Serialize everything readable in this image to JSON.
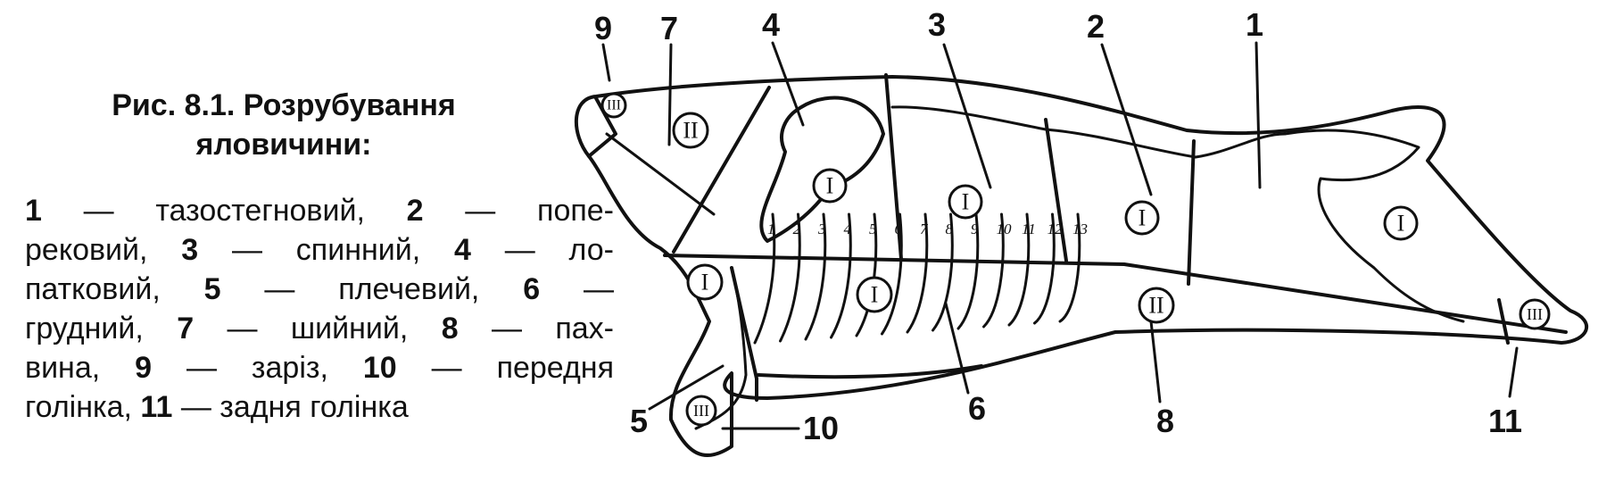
{
  "caption": {
    "title_line1": "Рис. 8.1. Розрубування",
    "title_line2": "яловичини:",
    "legend_lines": [
      [
        {
          "b": "1"
        },
        {
          "t": " — тазостегновий, "
        },
        {
          "b": "2"
        },
        {
          "t": " — попе-"
        }
      ],
      [
        {
          "t": "рековий, "
        },
        {
          "b": "3"
        },
        {
          "t": " — спинний, "
        },
        {
          "b": "4"
        },
        {
          "t": " — ло-"
        }
      ],
      [
        {
          "t": "патковий, "
        },
        {
          "b": "5"
        },
        {
          "t": " — плечевий, "
        },
        {
          "b": "6"
        },
        {
          "t": " —"
        }
      ],
      [
        {
          "t": "грудний, "
        },
        {
          "b": "7"
        },
        {
          "t": " — шийний, "
        },
        {
          "b": "8"
        },
        {
          "t": " — пах-"
        }
      ],
      [
        {
          "t": "вина, "
        },
        {
          "b": "9"
        },
        {
          "t": " — заріз, "
        },
        {
          "b": "10"
        },
        {
          "t": " — передня"
        }
      ],
      [
        {
          "t": "голінка, "
        },
        {
          "b": "11"
        },
        {
          "t": " — задня голінка"
        }
      ]
    ]
  },
  "diagram": {
    "part_numbers": {
      "n1": "1",
      "n2": "2",
      "n3": "3",
      "n4": "4",
      "n5": "5",
      "n6": "6",
      "n7": "7",
      "n8": "8",
      "n9": "9",
      "n10": "10",
      "n11": "11"
    },
    "grade_marks": {
      "neck": "II",
      "scrag": "III",
      "shoulder": "I",
      "back": "I",
      "loin": "I",
      "hind": "I",
      "brisket": "I",
      "foreleg": "I",
      "flank": "II",
      "fore_shank": "III",
      "hind_shank": "III"
    },
    "rib_numbers": [
      "1",
      "2",
      "3",
      "4",
      "5",
      "6",
      "7",
      "8",
      "9",
      "10",
      "11",
      "12",
      "13"
    ]
  }
}
